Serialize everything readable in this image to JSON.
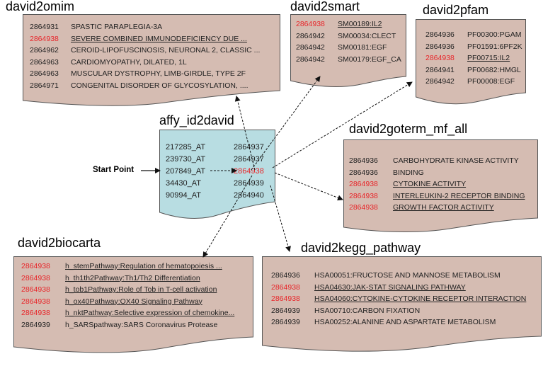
{
  "highlight_color": "#e8262a",
  "box_fill": "#d5bcb2",
  "source_fill": "#b8dde2",
  "start_label": "Start Point",
  "affy": {
    "title": "affy_id2david",
    "rows": [
      {
        "probe": "217285_AT",
        "id": "2864937",
        "hl": false
      },
      {
        "probe": "239730_AT",
        "id": "2864937",
        "hl": false
      },
      {
        "probe": "207849_AT",
        "id": "2864938",
        "hl": true
      },
      {
        "probe": "34430_AT",
        "id": "2864939",
        "hl": false
      },
      {
        "probe": "90994_AT",
        "id": "2864940",
        "hl": false
      }
    ]
  },
  "omim": {
    "title": "david2omim",
    "rows": [
      {
        "id": "2864931",
        "val": "SPASTIC PARAPLEGIA-3A",
        "hl": false
      },
      {
        "id": "2864938",
        "val": "SEVERE COMBINED IMMUNODEFICIENCY DUE ...",
        "hl": true
      },
      {
        "id": "2864962",
        "val": "CEROID-LIPOFUSCINOSIS, NEURONAL 2, CLASSIC ...",
        "hl": false
      },
      {
        "id": "2864963",
        "val": "CARDIOMYOPATHY, DILATED, 1L",
        "hl": false
      },
      {
        "id": "2864963",
        "val": "MUSCULAR DYSTROPHY, LIMB-GIRDLE, TYPE 2F",
        "hl": false
      },
      {
        "id": "2864971",
        "val": "CONGENITAL DISORDER OF GLYCOSYLATION, ....",
        "hl": false
      }
    ]
  },
  "smart": {
    "title": "david2smart",
    "rows": [
      {
        "id": "2864938",
        "val": "SM00189:IL2",
        "hl": true
      },
      {
        "id": "2864942",
        "val": "SM00034:CLECT",
        "hl": false
      },
      {
        "id": "2864942",
        "val": "SM00181:EGF",
        "hl": false
      },
      {
        "id": "2864942",
        "val": "SM00179:EGF_CA",
        "hl": false
      }
    ]
  },
  "pfam": {
    "title": "david2pfam",
    "rows": [
      {
        "id": "2864936",
        "val": "PF00300:PGAM",
        "hl": false
      },
      {
        "id": "2864936",
        "val": "PF01591:6PF2K",
        "hl": false
      },
      {
        "id": "2864938",
        "val": "PF00715:IL2",
        "hl": true
      },
      {
        "id": "2864941",
        "val": "PF00682:HMGL",
        "hl": false
      },
      {
        "id": "2864942",
        "val": "PF00008:EGF",
        "hl": false
      }
    ]
  },
  "goterm": {
    "title": "david2goterm_mf_all",
    "rows": [
      {
        "id": "2864936",
        "val": "CARBOHYDRATE KINASE ACTIVITY",
        "hl": false
      },
      {
        "id": "2864936",
        "val": "BINDING",
        "hl": false
      },
      {
        "id": "2864938",
        "val": "CYTOKINE ACTIVITY",
        "hl": true
      },
      {
        "id": "2864938",
        "val": "INTERLEUKIN-2 RECEPTOR BINDING",
        "hl": true
      },
      {
        "id": "2864938",
        "val": "GROWTH FACTOR ACTIVITY",
        "hl": true
      }
    ]
  },
  "biocarta": {
    "title": "david2biocarta",
    "rows": [
      {
        "id": "2864938",
        "val": "h_stemPathway:Regulation of hematopoiesis ...",
        "hl": true
      },
      {
        "id": "2864938",
        "val": "h_th1th2Pathway:Th1/Th2 Differentiation",
        "hl": true
      },
      {
        "id": "2864938",
        "val": "h_tob1Pathway:Role of Tob in T-cell activation",
        "hl": true
      },
      {
        "id": "2864938",
        "val": "h_ox40Pathway:OX40 Signaling Pathway",
        "hl": true
      },
      {
        "id": "2864938",
        "val": "h_nktPathway:Selective expression of chemokine...",
        "hl": true
      },
      {
        "id": "2864939",
        "val": "h_SARSpathway:SARS Coronavirus Protease",
        "hl": false
      }
    ]
  },
  "kegg": {
    "title": "david2kegg_pathway",
    "rows": [
      {
        "id": "2864936",
        "val": "HSA00051:FRUCTOSE AND MANNOSE METABOLISM",
        "hl": false
      },
      {
        "id": "2864938",
        "val": "HSA04630:JAK-STAT SIGNALING PATHWAY",
        "hl": true
      },
      {
        "id": "2864938",
        "val": "HSA04060:CYTOKINE-CYTOKINE RECEPTOR INTERACTION",
        "hl": true
      },
      {
        "id": "2864939",
        "val": "HSA00710:CARBON FIXATION",
        "hl": false
      },
      {
        "id": "2864939",
        "val": "HSA00252:ALANINE AND ASPARTATE METABOLISM",
        "hl": false
      }
    ]
  }
}
